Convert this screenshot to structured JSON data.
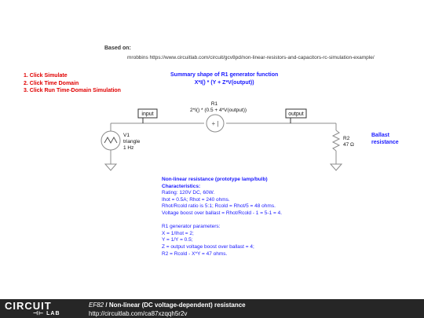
{
  "header": {
    "based_on_label": "Based on:",
    "credit": "mrobbins https://www.circuitlab.com/circuit/gcv8pd/non-linear-resistors-and-capacitors-rc-simulation-example/"
  },
  "steps": [
    "1. Click Simulate",
    "2. Click Time Domain",
    "3. Click Run Time-Domain Simulation"
  ],
  "summary": {
    "title": "Summary shape of R1 generator function",
    "formula": "X*I() * (Y + Z*V(output))"
  },
  "schematic": {
    "input_label": "input",
    "output_label": "output",
    "r1_name": "R1",
    "r1_expr": "2*I() * (0.5 + 4*V(output))",
    "r1_symbol": "+ |",
    "v1_name": "V1",
    "v1_type": "triangle",
    "v1_freq": "1 Hz",
    "r2_name": "R2",
    "r2_value": "47 Ω",
    "ballast_line1": "Ballast",
    "ballast_line2": "resistance",
    "wire_color": "#8c8c8c",
    "label_color": "#1a1aff",
    "step_color": "#e00000"
  },
  "notes": {
    "title": "Non-linear resistance (prototype lamp/bulb)",
    "subtitle": "Characteristics:",
    "lines": [
      "Rating: 120V DC, 60W.",
      "Ihot = 0.5A; Rhot = 240 ohms.",
      "Rhot/Rcold ratio is 5:1; Rcold = Rhot/5 = 48 ohms.",
      "Voltage boost over ballast = Rhot/Rcold - 1 = 5-1 = 4."
    ],
    "params_title": "R1 generator parameters:",
    "params": [
      "X = 1/Ihot = 2;",
      "Y = 1/Y = 0.5;",
      "Z = output voltage boost over ballast = 4;",
      "R2 = Rcold - X*Y = 47 ohms."
    ]
  },
  "footer": {
    "logo_top": "CIRCUIT",
    "logo_bottom": "LAB",
    "circuit_id": "EF82",
    "title": "Non-linear (DC voltage-dependent) resistance",
    "url": "http://circuitlab.com/ca87xzqqh5r2v"
  }
}
